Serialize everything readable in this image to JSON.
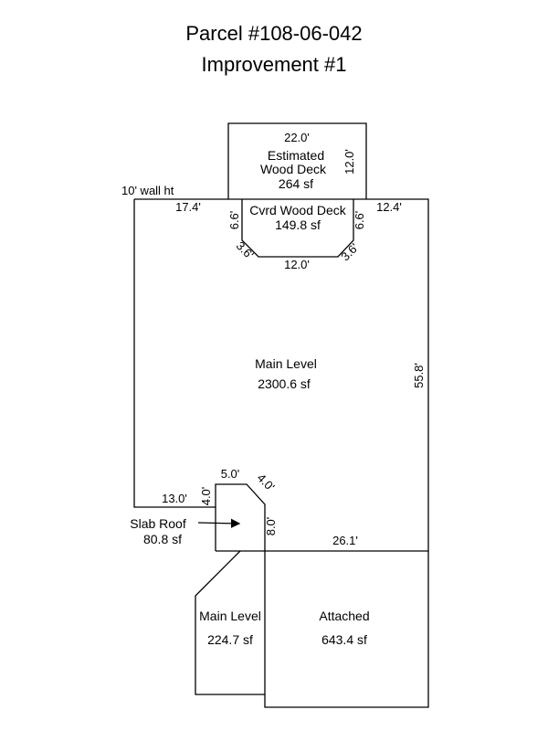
{
  "header": {
    "title": "Parcel #108-06-042",
    "subtitle": "Improvement #1"
  },
  "sketch": {
    "wall_height_note": "10' wall ht",
    "estimated_deck": {
      "label_line1": "Estimated",
      "label_line2": "Wood Deck",
      "area": "264 sf",
      "width": "22.0'",
      "depth": "12.0'"
    },
    "covered_deck": {
      "label": "Cvrd Wood Deck",
      "area": "149.8 sf",
      "left_side": "6.6'",
      "right_side": "6.6'",
      "left_diagonal": "3.6'",
      "right_diagonal": "3.6'",
      "bottom": "12.0'"
    },
    "main_level": {
      "label": "Main Level",
      "area": "2300.6 sf",
      "top_left": "17.4'",
      "top_right": "12.4'",
      "right_side": "55.8'",
      "bottom_left": "13.0'",
      "bottom_right": "26.1'"
    },
    "slab_roof": {
      "label": "Slab Roof",
      "area": "80.8 sf",
      "left_side": "4.0'",
      "top": "5.0'",
      "diagonal": "4.0'",
      "right_side": "8.0'"
    },
    "lower_main_level": {
      "label": "Main Level",
      "area": "224.7 sf"
    },
    "attached": {
      "label": "Attached",
      "area": "643.4 sf"
    }
  }
}
